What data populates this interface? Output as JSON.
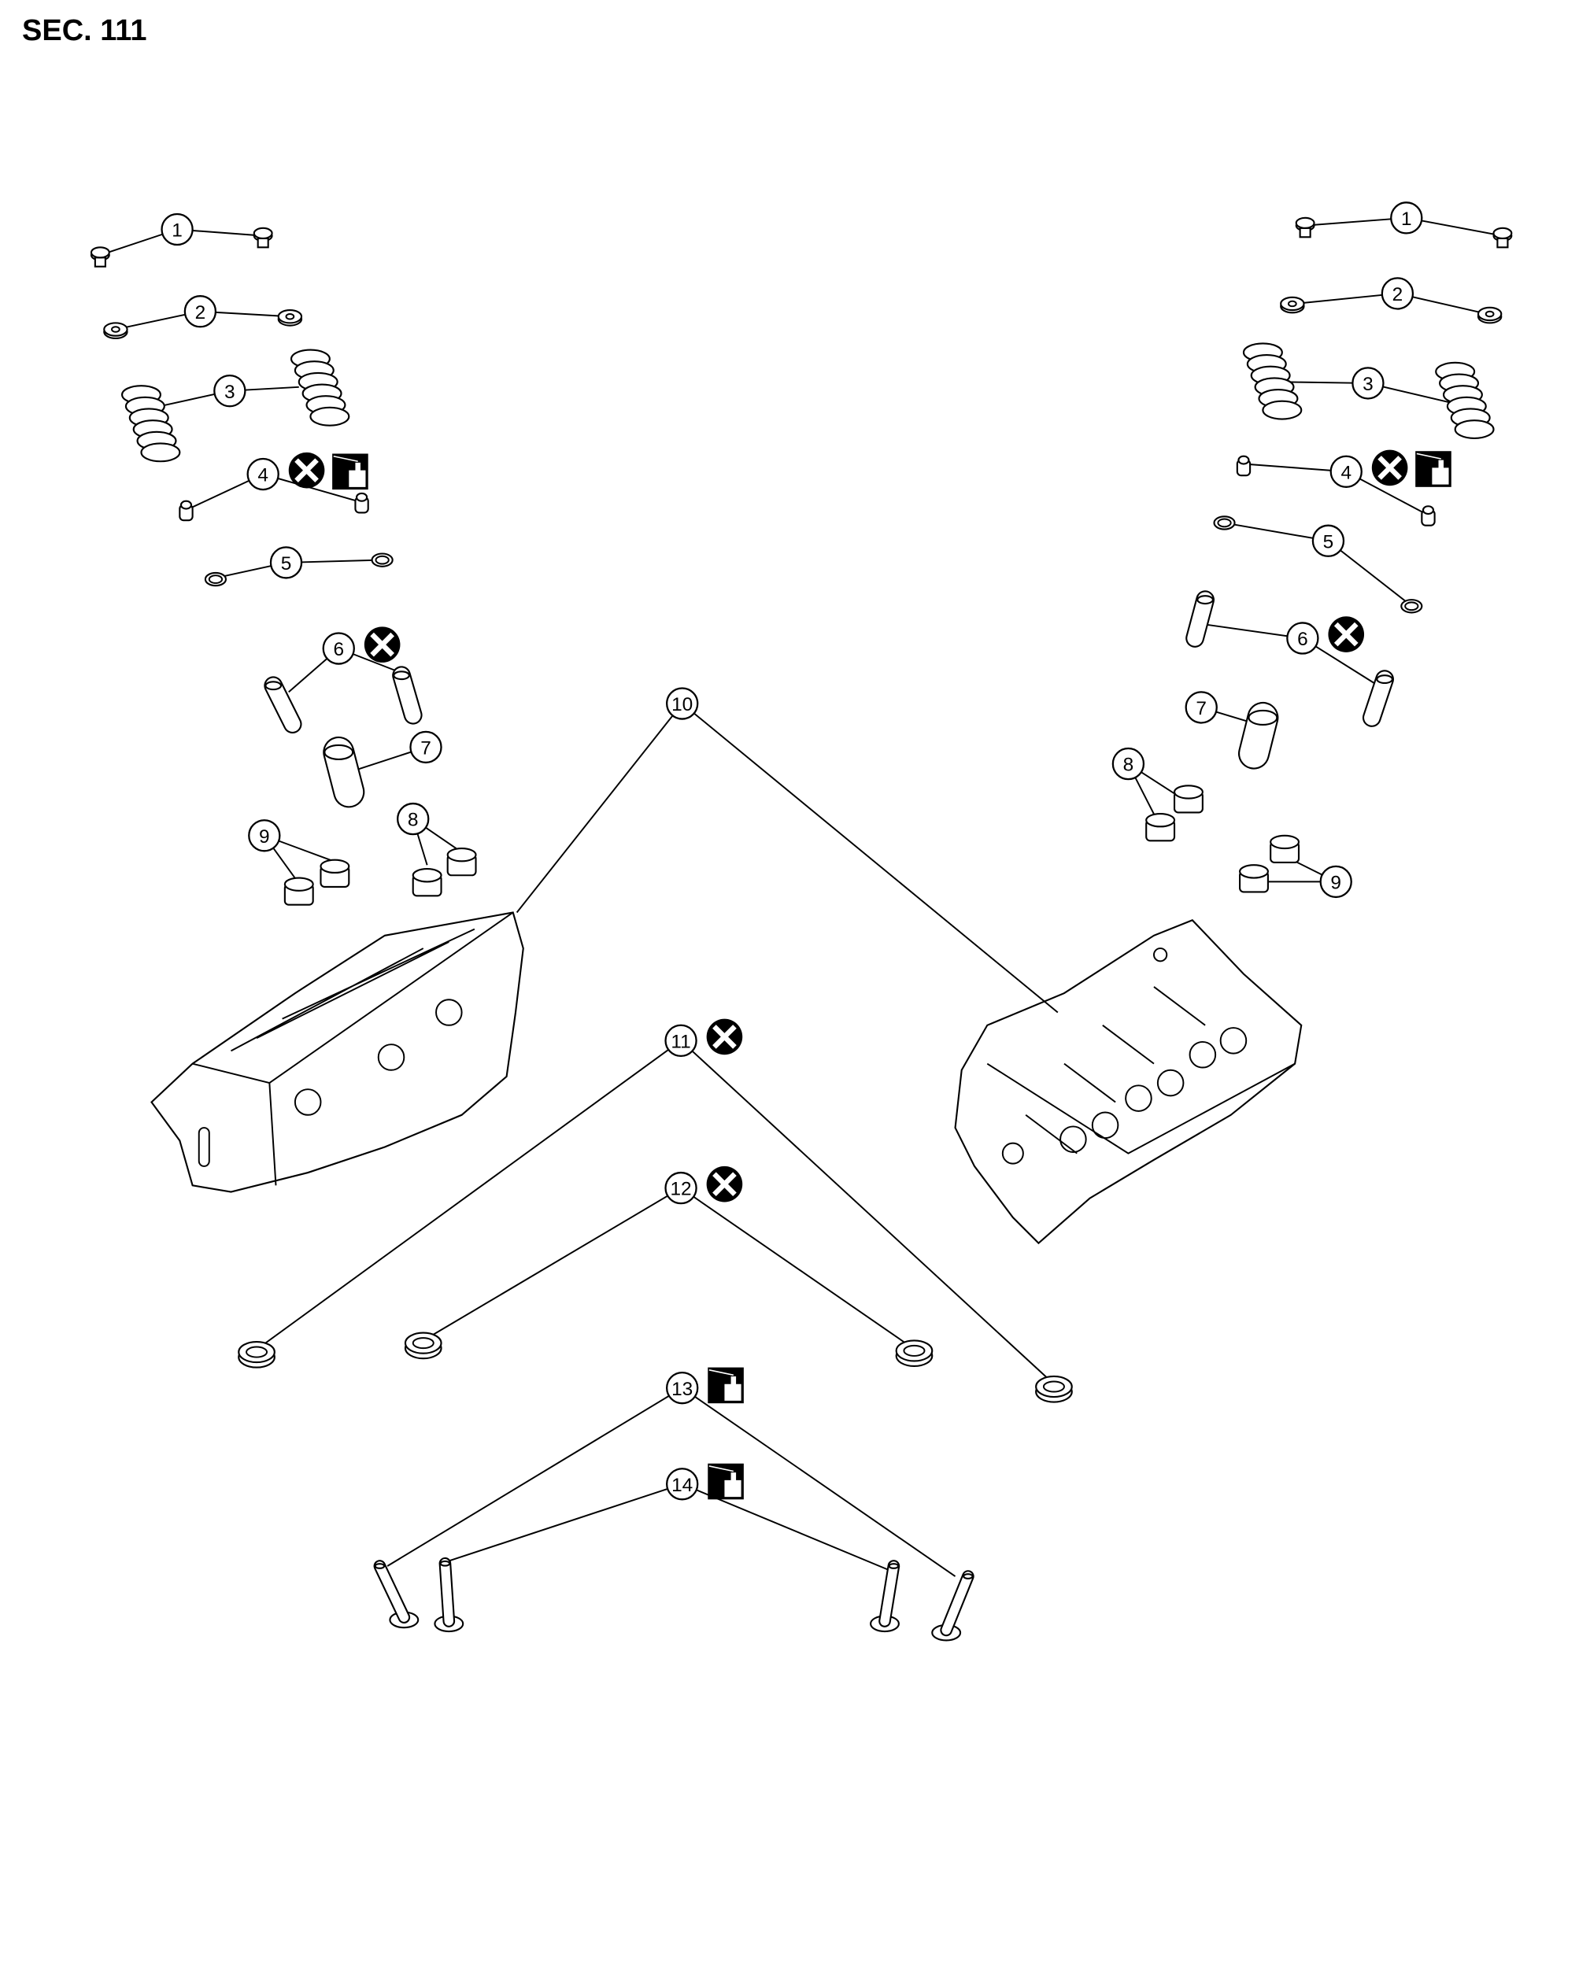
{
  "section_label": "SEC. 111",
  "callouts": [
    "1",
    "2",
    "3",
    "4",
    "5",
    "6",
    "7",
    "8",
    "9",
    "10",
    "11",
    "12",
    "13",
    "14"
  ],
  "symbols": {
    "do_not_reuse": "do-not-reuse-icon",
    "apply_oil": "oil-application-icon"
  },
  "colors": {
    "ink": "#000000",
    "paper": "#ffffff"
  }
}
